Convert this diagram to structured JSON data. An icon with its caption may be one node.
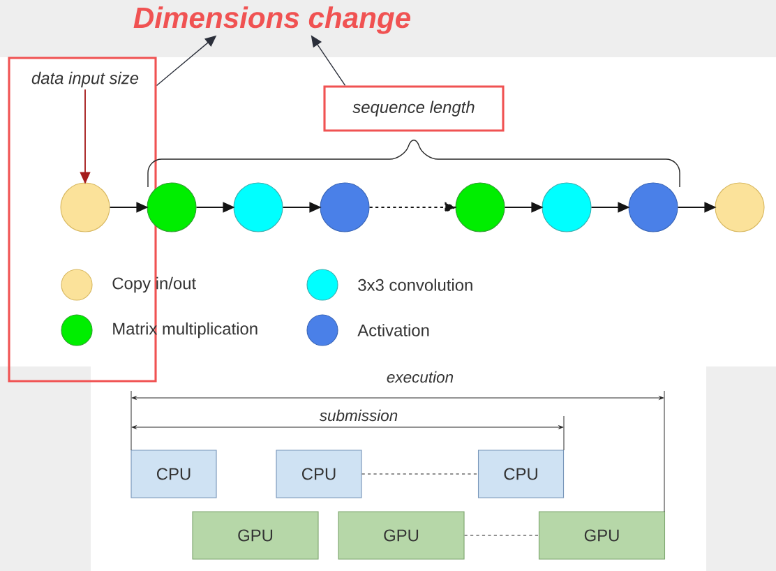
{
  "diagram": {
    "nodes": [
      {
        "text": [
          "Dimensions change"
        ]
      },
      {
        "text": [],
        "shape": "box"
      },
      {
        "text": [
          "data input size"
        ],
        "in": 1
      },
      {
        "text": [
          "sequence length"
        ]
      },
      {
        "text": [],
        "shape": "circle",
        "in": 1
      },
      {
        "text": [],
        "shape": "circle"
      },
      {
        "text": [],
        "shape": "circle"
      },
      {
        "text": [],
        "shape": "circle"
      },
      {
        "text": [],
        "shape": "circle"
      },
      {
        "text": [],
        "shape": "circle"
      },
      {
        "text": [],
        "shape": "circle"
      },
      {
        "text": [],
        "shape": "circle"
      },
      {
        "text": [
          "CPU"
        ]
      },
      {
        "text": [
          "CPU"
        ]
      },
      {
        "text": [
          "CPU"
        ]
      },
      {
        "text": [
          "GPU"
        ]
      },
      {
        "text": [
          "GPU"
        ]
      },
      {
        "text": [
          "GPU"
        ]
      }
    ],
    "edges": [
      {
        "from": 1,
        "to": 0,
        "arrow": "to"
      },
      {
        "from": 3,
        "to": 0,
        "arrow": "to"
      },
      {
        "from": 2,
        "to": 4,
        "arrow": "to",
        "color": "#a51d1d"
      },
      {
        "from": 4,
        "to": 5,
        "arrow": "to"
      },
      {
        "from": 5,
        "to": 6,
        "arrow": "to"
      },
      {
        "from": 6,
        "to": 7,
        "arrow": "to"
      },
      {
        "from": 7,
        "to": 8,
        "arrow": "to",
        "style": "dashed"
      },
      {
        "from": 8,
        "to": 9,
        "arrow": "to"
      },
      {
        "from": 9,
        "to": 10,
        "arrow": "to"
      },
      {
        "from": 10,
        "to": 11,
        "arrow": "to"
      },
      {
        "from": 13,
        "to": 14,
        "arrow": "none",
        "style": "dashed"
      },
      {
        "from": 16,
        "to": 17,
        "arrow": "none",
        "style": "dashed"
      }
    ],
    "labels": [
      "execution",
      "submission"
    ],
    "legend": [
      {
        "text": "Copy in/out",
        "color": "#fbe29a"
      },
      {
        "text": "3x3 convolution",
        "color": "#00ffff"
      },
      {
        "text": "Matrix multiplication",
        "color": "#00ee00"
      },
      {
        "text": "Activation",
        "color": "#4a80e8"
      }
    ]
  }
}
